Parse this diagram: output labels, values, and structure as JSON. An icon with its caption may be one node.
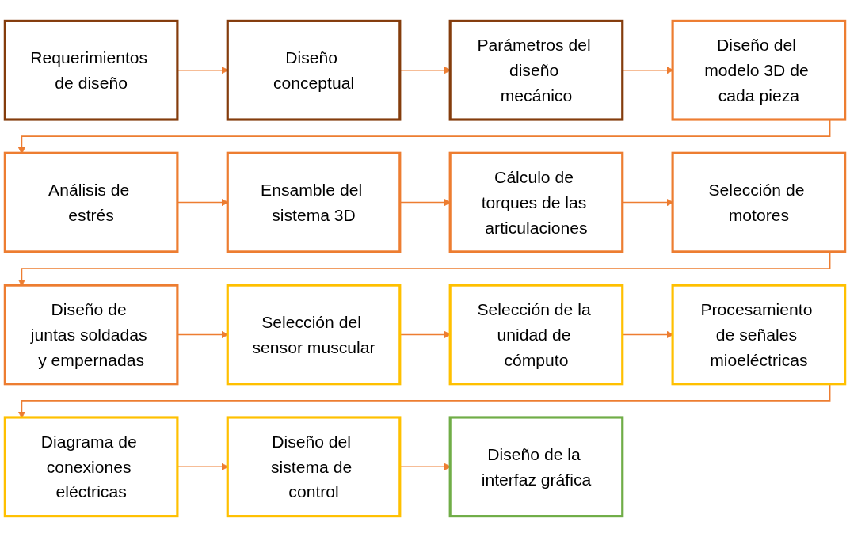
{
  "diagram": {
    "nodes": [
      {
        "text": [
          "Requerimientos de diseño"
        ]
      },
      {
        "text": [
          "Diseño conceptual"
        ]
      },
      {
        "text": [
          "Parámetros del diseño mecánico"
        ]
      },
      {
        "text": [
          "Diseño del modelo 3D de cada pieza"
        ]
      },
      {
        "text": [
          "Análisis de estrés"
        ]
      },
      {
        "text": [
          "Ensamble del sistema 3D"
        ]
      },
      {
        "text": [
          "Cálculo de torques de las articulaciones"
        ]
      },
      {
        "text": [
          "Selección de motores"
        ]
      },
      {
        "text": [
          "Diseño de juntas soldadas y empernadas"
        ]
      },
      {
        "text": [
          "Selección del sensor muscular"
        ]
      },
      {
        "text": [
          "Selección de la unidad de cómputo"
        ]
      },
      {
        "text": [
          "Procesamiento de señales mioeléctricas"
        ]
      },
      {
        "text": [
          "Diagrama de conexiones eléctricas"
        ]
      },
      {
        "text": [
          "Diseño del sistema de control"
        ]
      },
      {
        "text": [
          "Diseño de la interfaz gráfica"
        ]
      }
    ],
    "edges": [
      {
        "from": 0,
        "to": 1,
        "arrow": "to"
      },
      {
        "from": 1,
        "to": 2,
        "arrow": "to"
      },
      {
        "from": 2,
        "to": 3,
        "arrow": "to"
      },
      {
        "from": 3,
        "to": 4,
        "arrow": "to"
      },
      {
        "from": 4,
        "to": 5,
        "arrow": "to"
      },
      {
        "from": 5,
        "to": 6,
        "arrow": "to"
      },
      {
        "from": 6,
        "to": 7,
        "arrow": "to"
      },
      {
        "from": 7,
        "to": 8,
        "arrow": "to"
      },
      {
        "from": 8,
        "to": 9,
        "arrow": "to"
      },
      {
        "from": 9,
        "to": 10,
        "arrow": "to"
      },
      {
        "from": 10,
        "to": 11,
        "arrow": "to"
      },
      {
        "from": 11,
        "to": 12,
        "arrow": "to"
      },
      {
        "from": 12,
        "to": 13,
        "arrow": "to"
      },
      {
        "from": 13,
        "to": 14,
        "arrow": "to"
      }
    ]
  }
}
